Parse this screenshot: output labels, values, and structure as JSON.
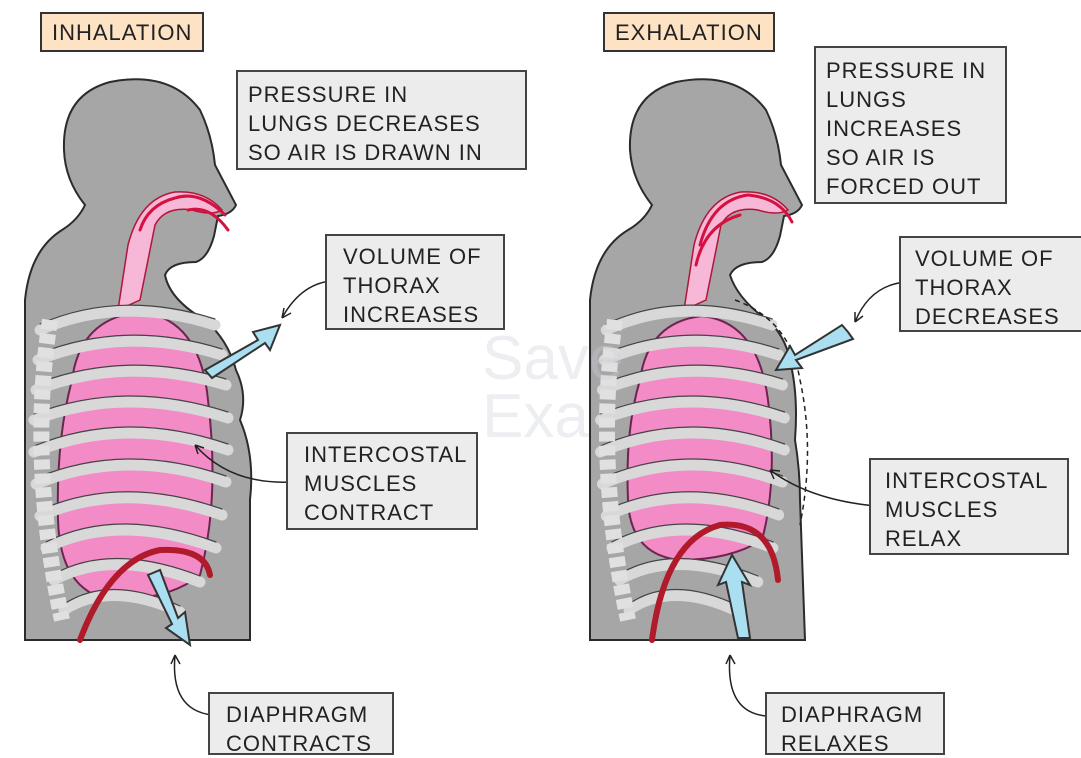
{
  "left": {
    "title": "INHALATION",
    "pressure": [
      "PRESSURE IN",
      "LUNGS DECREASES",
      "SO AIR IS DRAWN IN"
    ],
    "volume": [
      "VOLUME OF",
      "THORAX",
      "INCREASES"
    ],
    "intercostal": [
      "INTERCOSTAL",
      "MUSCLES",
      "CONTRACT"
    ],
    "diaphragm": [
      "DIAPHRAGM",
      "CONTRACTS"
    ]
  },
  "right": {
    "title": "EXHALATION",
    "pressure": [
      "PRESSURE IN",
      "LUNGS",
      "INCREASES",
      "SO AIR IS",
      "FORCED OUT"
    ],
    "volume": [
      "VOLUME OF",
      "THORAX",
      "DECREASES"
    ],
    "intercostal": [
      "INTERCOSTAL",
      "MUSCLES",
      "RELAX"
    ],
    "diaphragm": [
      "DIAPHRAGM",
      "RELAXES"
    ]
  },
  "watermark": [
    "Save",
    "Exa"
  ],
  "colors": {
    "body": "#a6a6a6",
    "lung": "#f38bc6",
    "rib": "#e8e8e8",
    "diaphragm": "#b01a2a",
    "arrow": "#a9dff1",
    "label_box": "#ececec",
    "title_box": "#fde3c4",
    "airway": "#f7b8d8"
  }
}
